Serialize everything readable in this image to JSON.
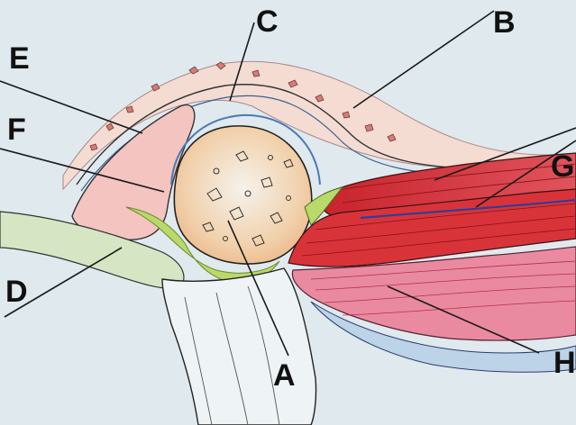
{
  "diagram": {
    "labels": {
      "A": "A",
      "B": "B",
      "C": "C",
      "D": "D",
      "E": "E",
      "F": "F",
      "G": "G",
      "H": "H"
    },
    "colors": {
      "background": "#dfe9ee",
      "muscle": "#d9333a",
      "muscle_light": "#e98aa0",
      "bone": "#f2c59b",
      "cartilage_cap": "#f3f3ef",
      "fat_pad": "#f3c4c0",
      "synovium_green": "#b9d96a",
      "soft_tissue": "#bcd3e8",
      "outline": "#1a1a1a"
    }
  }
}
